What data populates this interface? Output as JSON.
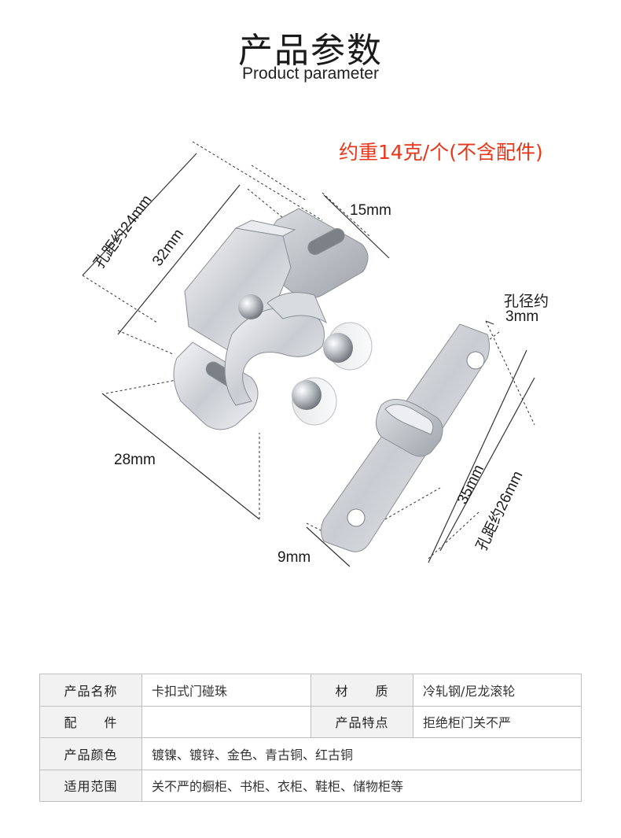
{
  "header": {
    "title_cn": "产品参数",
    "title_en": "Product parameter"
  },
  "weight_note": "约重14克/个(不含配件)",
  "dimensions": {
    "hole_spacing_left": "孔距约24mm",
    "length_32": "32mm",
    "width_15": "15mm",
    "width_28": "28mm",
    "hole_diameter_line1": "孔径约",
    "hole_diameter_line2": "3mm",
    "length_35": "35mm",
    "hole_spacing_right": "孔距约26mm",
    "width_9": "9mm"
  },
  "table": {
    "r1": {
      "h1": "产品名称",
      "v1": "卡扣式门碰珠",
      "h2": "材　　质",
      "v2": "冷轧钢/尼龙滚轮"
    },
    "r2": {
      "h1": "配　　件",
      "v1": "",
      "h2": "产品特点",
      "v2": "拒绝柜门关不严"
    },
    "r3": {
      "h1": "产品颜色",
      "v1": "镀镍、镀锌、金色、青古铜、红古铜"
    },
    "r4": {
      "h1": "适用范围",
      "v1": "关不严的橱柜、书柜、衣柜、鞋柜、储物柜等"
    }
  }
}
